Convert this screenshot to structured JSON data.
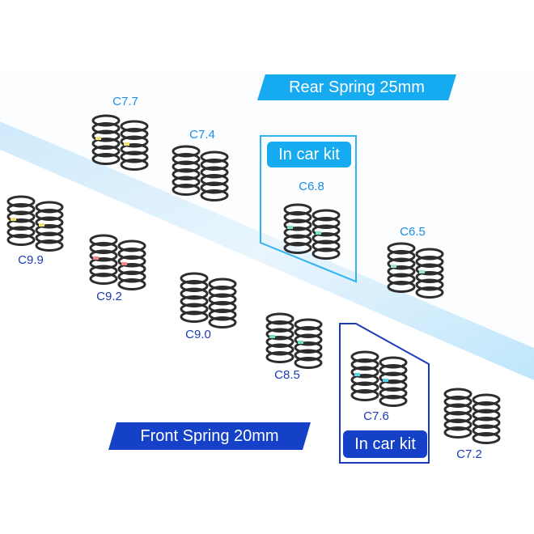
{
  "rear_banner": "Rear Spring 25mm",
  "front_banner": "Front Spring 20mm",
  "kit_label_rear": "In car kit",
  "kit_label_front": "In car kit",
  "colors": {
    "rear": "#16aaf0",
    "front": "#1541c9"
  },
  "springs": [
    {
      "label": "C7.7",
      "group": "rear",
      "marker": "#f2e27a"
    },
    {
      "label": "C7.4",
      "group": "rear",
      "marker": ""
    },
    {
      "label": "C6.8",
      "group": "rear",
      "marker": "#7fe0c8"
    },
    {
      "label": "C6.5",
      "group": "rear",
      "marker": "#9fe3d0"
    },
    {
      "label": "C9.9",
      "group": "front",
      "marker": "#f2e27a"
    },
    {
      "label": "C9.2",
      "group": "front",
      "marker": "#f08a8a"
    },
    {
      "label": "C9.0",
      "group": "front",
      "marker": ""
    },
    {
      "label": "C8.5",
      "group": "front",
      "marker": "#6fe0c0"
    },
    {
      "label": "C7.6",
      "group": "front",
      "marker": "#5ccfe8"
    },
    {
      "label": "C7.2",
      "group": "front",
      "marker": ""
    }
  ]
}
